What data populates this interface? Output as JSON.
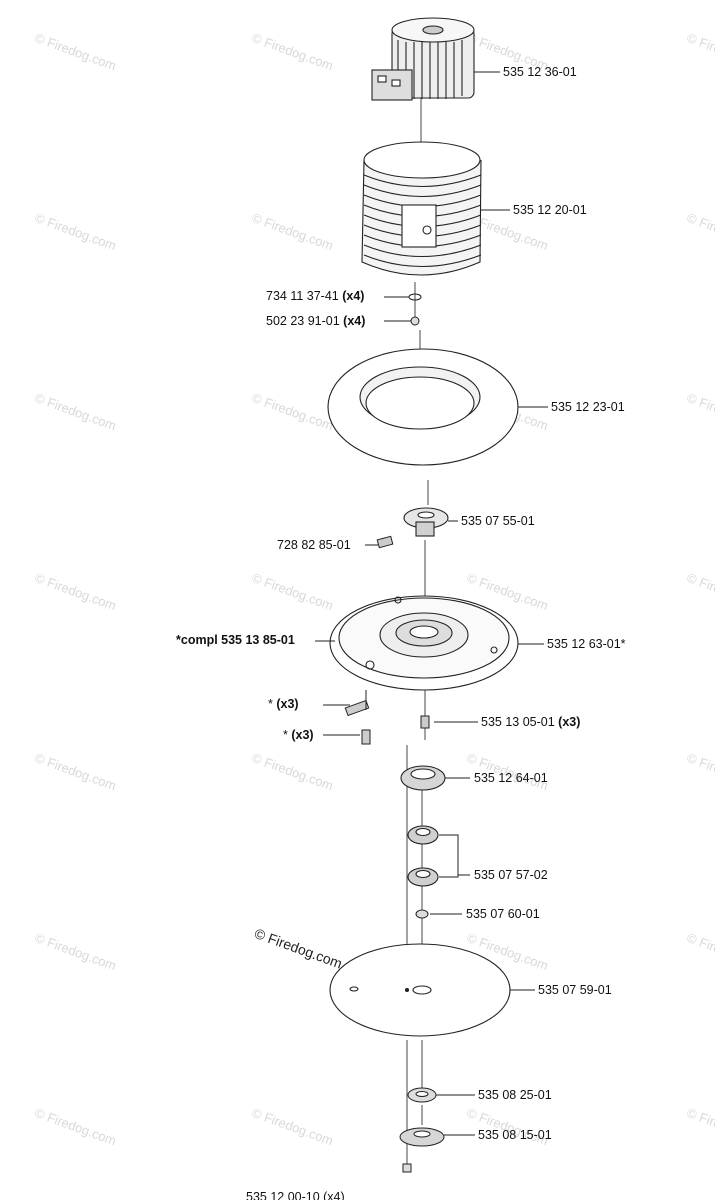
{
  "watermark": "© Firedog.com",
  "credit": "© Firedog.com",
  "parts": [
    {
      "id": "motor",
      "number": "535 12 36-01",
      "qty": ""
    },
    {
      "id": "housing",
      "number": "535 12 20-01",
      "qty": ""
    },
    {
      "id": "washer-a",
      "number": "734 11 37-41",
      "qty": "(x4)"
    },
    {
      "id": "screw-a",
      "number": "502 23 91-01",
      "qty": "(x4)"
    },
    {
      "id": "ring",
      "number": "535 12 23-01",
      "qty": ""
    },
    {
      "id": "hub",
      "number": "535 07 55-01",
      "qty": ""
    },
    {
      "id": "setscrew",
      "number": "728 82 85-01",
      "qty": ""
    },
    {
      "id": "compl",
      "number": "*compl 535 13 85-01",
      "qty": ""
    },
    {
      "id": "plate",
      "number": "535 12 63-01*",
      "qty": ""
    },
    {
      "id": "blade-a",
      "number": "*",
      "qty": "(x3)"
    },
    {
      "id": "blade-b",
      "number": "*",
      "qty": "(x3)"
    },
    {
      "id": "screw-b",
      "number": "535 13 05-01",
      "qty": "(x3)"
    },
    {
      "id": "bearing-top",
      "number": "535 12 64-01",
      "qty": ""
    },
    {
      "id": "bearings",
      "number": "535 07 57-02",
      "qty": ""
    },
    {
      "id": "nut",
      "number": "535 07 60-01",
      "qty": ""
    },
    {
      "id": "disc",
      "number": "535 07 59-01",
      "qty": ""
    },
    {
      "id": "washer-b",
      "number": "535 08 25-01",
      "qty": ""
    },
    {
      "id": "cap",
      "number": "535 08 15-01",
      "qty": ""
    },
    {
      "id": "cut-off",
      "number": "535 12 00-10 (x4)",
      "qty": ""
    }
  ]
}
